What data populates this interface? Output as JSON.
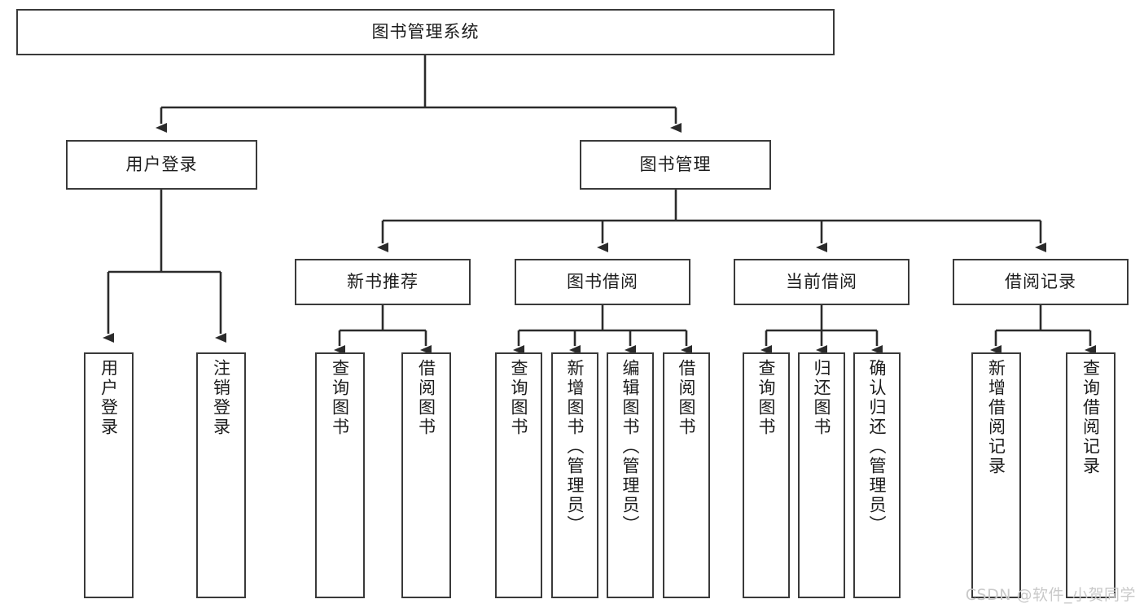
{
  "diagram": {
    "title": "图书管理系统",
    "type": "tree",
    "watermark": "CSDN @软件_小贺同学",
    "colors": {
      "background": "#ffffff",
      "border": "#3a3a3a",
      "text": "#1c1c1c",
      "edge": "#2b2b2b",
      "watermark": "#c9c9c9"
    },
    "nodes": {
      "root": {
        "label": "图书管理系统"
      },
      "level2": [
        {
          "id": "user-login",
          "label": "用户登录"
        },
        {
          "id": "book-manage",
          "label": "图书管理"
        }
      ],
      "level3": [
        {
          "id": "new-book-rec",
          "label": "新书推荐"
        },
        {
          "id": "book-borrow",
          "label": "图书借阅"
        },
        {
          "id": "current-borrow",
          "label": "当前借阅"
        },
        {
          "id": "borrow-record",
          "label": "借阅记录"
        }
      ],
      "leaves": {
        "user-login": [
          {
            "id": "leaf-user-login",
            "label": "用户登录"
          },
          {
            "id": "leaf-logout",
            "label": "注销登录"
          }
        ],
        "new-book-rec": [
          {
            "id": "leaf-query-book-1",
            "label": "查询图书"
          },
          {
            "id": "leaf-borrow-book-1",
            "label": "借阅图书"
          }
        ],
        "book-borrow": [
          {
            "id": "leaf-query-book-2",
            "label": "查询图书"
          },
          {
            "id": "leaf-add-book",
            "label": "新增图书（管理员）"
          },
          {
            "id": "leaf-edit-book",
            "label": "编辑图书（管理员）"
          },
          {
            "id": "leaf-borrow-book-2",
            "label": "借阅图书"
          }
        ],
        "current-borrow": [
          {
            "id": "leaf-query-book-3",
            "label": "查询图书"
          },
          {
            "id": "leaf-return-book",
            "label": "归还图书"
          },
          {
            "id": "leaf-confirm-return",
            "label": "确认归还（管理员）"
          }
        ],
        "borrow-record": [
          {
            "id": "leaf-add-record",
            "label": "新增借阅记录"
          },
          {
            "id": "leaf-query-record",
            "label": "查询借阅记录"
          }
        ]
      }
    }
  }
}
